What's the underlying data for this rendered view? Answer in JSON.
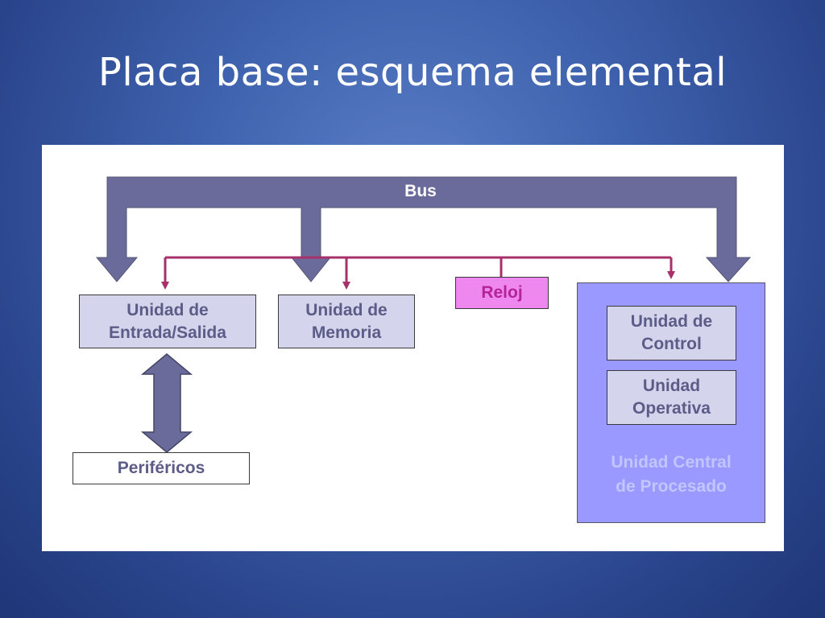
{
  "slide": {
    "title": "Placa base: esquema elemental"
  },
  "diagram": {
    "bus": {
      "label": "Bus"
    },
    "clock": {
      "label": "Reloj"
    },
    "io_unit": {
      "label": "Unidad  de\nEntrada/Salida"
    },
    "memory_unit": {
      "label": "Unidad de\nMemoria"
    },
    "cpu": {
      "label": "Unidad Central\nde Procesado",
      "control_unit": {
        "label": "Unidad de\nControl"
      },
      "operative_unit": {
        "label": "Unidad\nOperativa"
      }
    },
    "peripherals": {
      "label": "Periféricos"
    }
  },
  "colors": {
    "background": "#3f62ae",
    "bus_arrow": "#6b6b9b",
    "clock_line": "#a8306a",
    "clock_box": "#ee88ee",
    "unit_box": "#d4d4ec",
    "cpu_box": "#9999ff"
  }
}
